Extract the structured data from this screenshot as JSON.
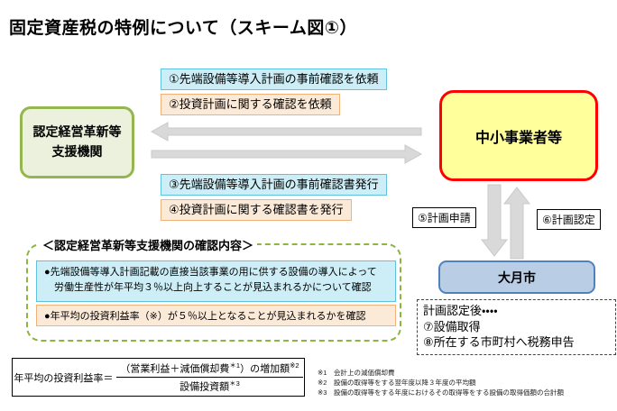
{
  "title": "固定資産税の特例について（スキーム図①）",
  "colors": {
    "cyan-fill": "#cdeef7",
    "cyan-border": "#5fc3de",
    "orange-fill": "#fcead9",
    "orange-border": "#f0b279",
    "green-fill": "#ebf1dd",
    "green-border": "#94b64e",
    "yellow-fill": "#ffff9c",
    "red-border": "#ff0000",
    "blue-fill": "#b9cde4",
    "blue-border": "#4f81bd",
    "dash-green": "#8cb63f",
    "arrow-fill": "#d9d9d9",
    "arrow-stroke": "#c9c9c9"
  },
  "nodes": {
    "support_org": {
      "line1": "認定経営革新等",
      "line2": "支援機関"
    },
    "sme": {
      "label": "中小事業者等"
    },
    "city": {
      "label": "大月市"
    }
  },
  "steps": {
    "step1": "①先端設備等導入計画の事前確認を依頼",
    "step2": "②投資計画に関する確認を依頼",
    "step3": "③先端設備等導入計画の事前確認書発行",
    "step4": "④投資計画に関する確認書を発行",
    "step5": "⑤計画申請",
    "step6": "⑥計画認定"
  },
  "after_approval": {
    "lines": [
      "計画認定後・・・・",
      "⑦設備取得",
      "⑧所在する市町村へ税務申告"
    ]
  },
  "confirmation": {
    "heading": "＜認定経営革新等支援機関の確認内容＞",
    "item1_line1": "●先端設備等導入計画記載の直接当該事業の用に供する設備の導入によって",
    "item1_line2": "労働生産性が年平均３％以上向上することが見込まれるかについて確認",
    "item2": "●年平均の投資利益率（※）が５％以上となることが見込まれるかを確認"
  },
  "formula": {
    "lhs": "年平均の投資利益率＝",
    "num_pre": "（営業利益＋減価償却費",
    "num_sup1": "＊1",
    "num_mid": "）の増加額",
    "num_sup2": "※2",
    "den": "設備投資額",
    "den_sup": "＊3"
  },
  "footnotes": [
    "※1　会計上の減価償却費",
    "※2　設備の取得等をする翌年度以降３年度の平均額",
    "※3　設備の取得等をする年度におけるその取得等をする設備の取得価額の合計額"
  ]
}
